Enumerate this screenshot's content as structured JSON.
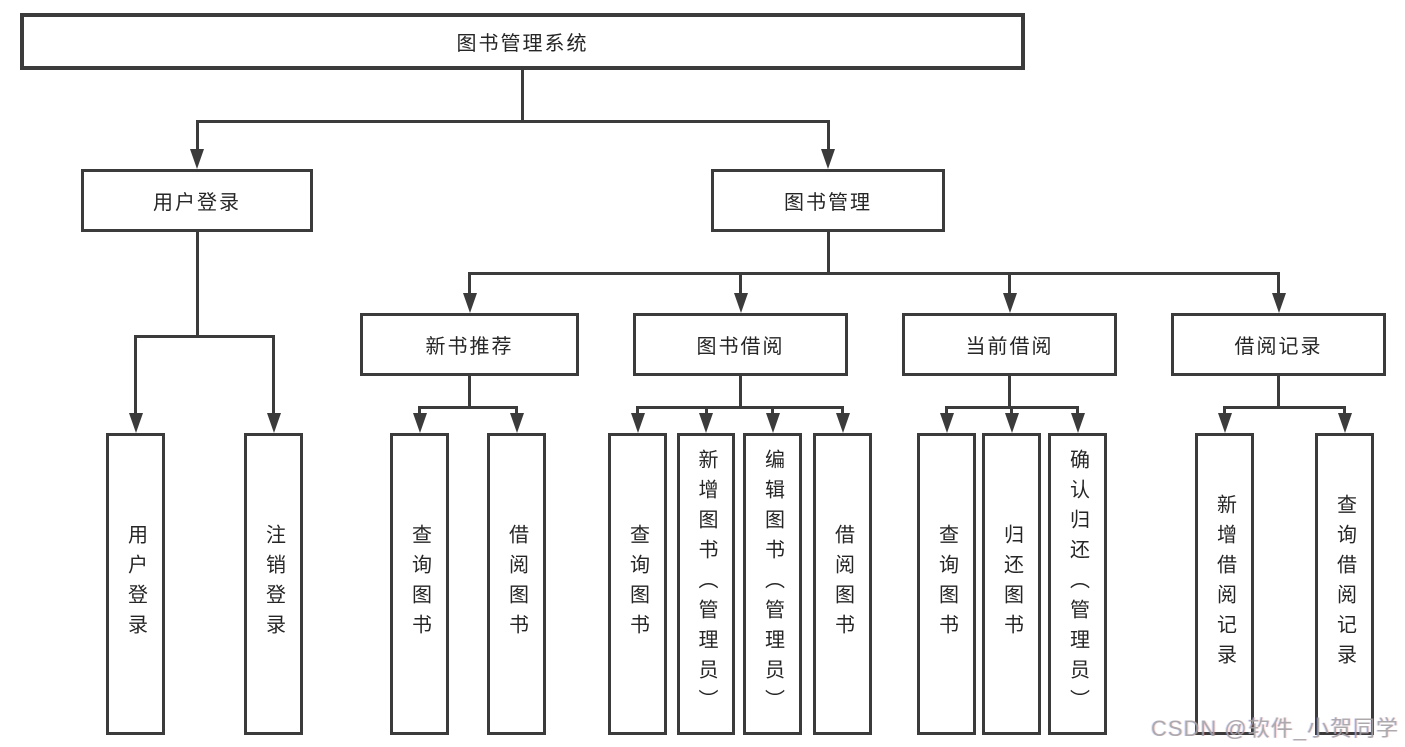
{
  "watermark": "CSDN @软件_小贺同学",
  "colors": {
    "line": "#3b3b3b",
    "text": "#262626",
    "watermark": "#a2a2a2",
    "background": "#ffffff"
  },
  "tree": {
    "id": "root",
    "label": "图书管理系统",
    "children": [
      {
        "id": "user-login",
        "label": "用户登录",
        "children": [
          {
            "id": "user-login-leaf",
            "label": "用户登录"
          },
          {
            "id": "logout-leaf",
            "label": "注销登录"
          }
        ]
      },
      {
        "id": "book-mgmt",
        "label": "图书管理",
        "children": [
          {
            "id": "new-book-rec",
            "label": "新书推荐",
            "children": [
              {
                "id": "nbr-query-book",
                "label": "查询图书"
              },
              {
                "id": "nbr-borrow-book",
                "label": "借阅图书"
              }
            ]
          },
          {
            "id": "book-borrow",
            "label": "图书借阅",
            "children": [
              {
                "id": "bb-query-book",
                "label": "查询图书"
              },
              {
                "id": "bb-add-book",
                "label": "新增图书（管理员）"
              },
              {
                "id": "bb-edit-book",
                "label": "编辑图书（管理员）"
              },
              {
                "id": "bb-borrow-book",
                "label": "借阅图书"
              }
            ]
          },
          {
            "id": "current-borrow",
            "label": "当前借阅",
            "children": [
              {
                "id": "cb-query-book",
                "label": "查询图书"
              },
              {
                "id": "cb-return-book",
                "label": "归还图书"
              },
              {
                "id": "cb-confirm-return",
                "label": "确认归还（管理员）"
              }
            ]
          },
          {
            "id": "borrow-records",
            "label": "借阅记录",
            "children": [
              {
                "id": "br-add-record",
                "label": "新增借阅记录"
              },
              {
                "id": "br-query-record",
                "label": "查询借阅记录"
              }
            ]
          }
        ]
      }
    ]
  }
}
